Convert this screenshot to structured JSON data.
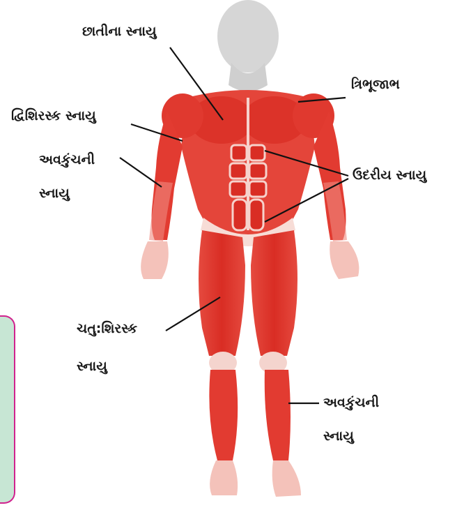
{
  "labels": {
    "chest": "છાતીના સ્નાયુ",
    "triceps": "ત્રિભૂજાભ",
    "biceps": "દ્વિશિરસ્ક સ્નાયુ",
    "forearm_line1": "અવકુંચની",
    "forearm_line2": "સ્નાયુ",
    "abdominal": "ઉદરીય સ્નાયુ",
    "quadriceps_line1": "ચતુ:શિરસ્ક",
    "quadriceps_line2": "સ્નાયુ",
    "calf_line1": "અવકુંચની",
    "calf_line2": "સ્નાયુ"
  },
  "colors": {
    "muscle": "#e0362c",
    "muscle_light": "#f08a80",
    "tendon": "#f7d6d0",
    "head": "#d9d9d9",
    "panel_fill": "#c7e6d4",
    "panel_border": "#d0228e",
    "text": "#1a1a1a",
    "leader": "#111111"
  }
}
